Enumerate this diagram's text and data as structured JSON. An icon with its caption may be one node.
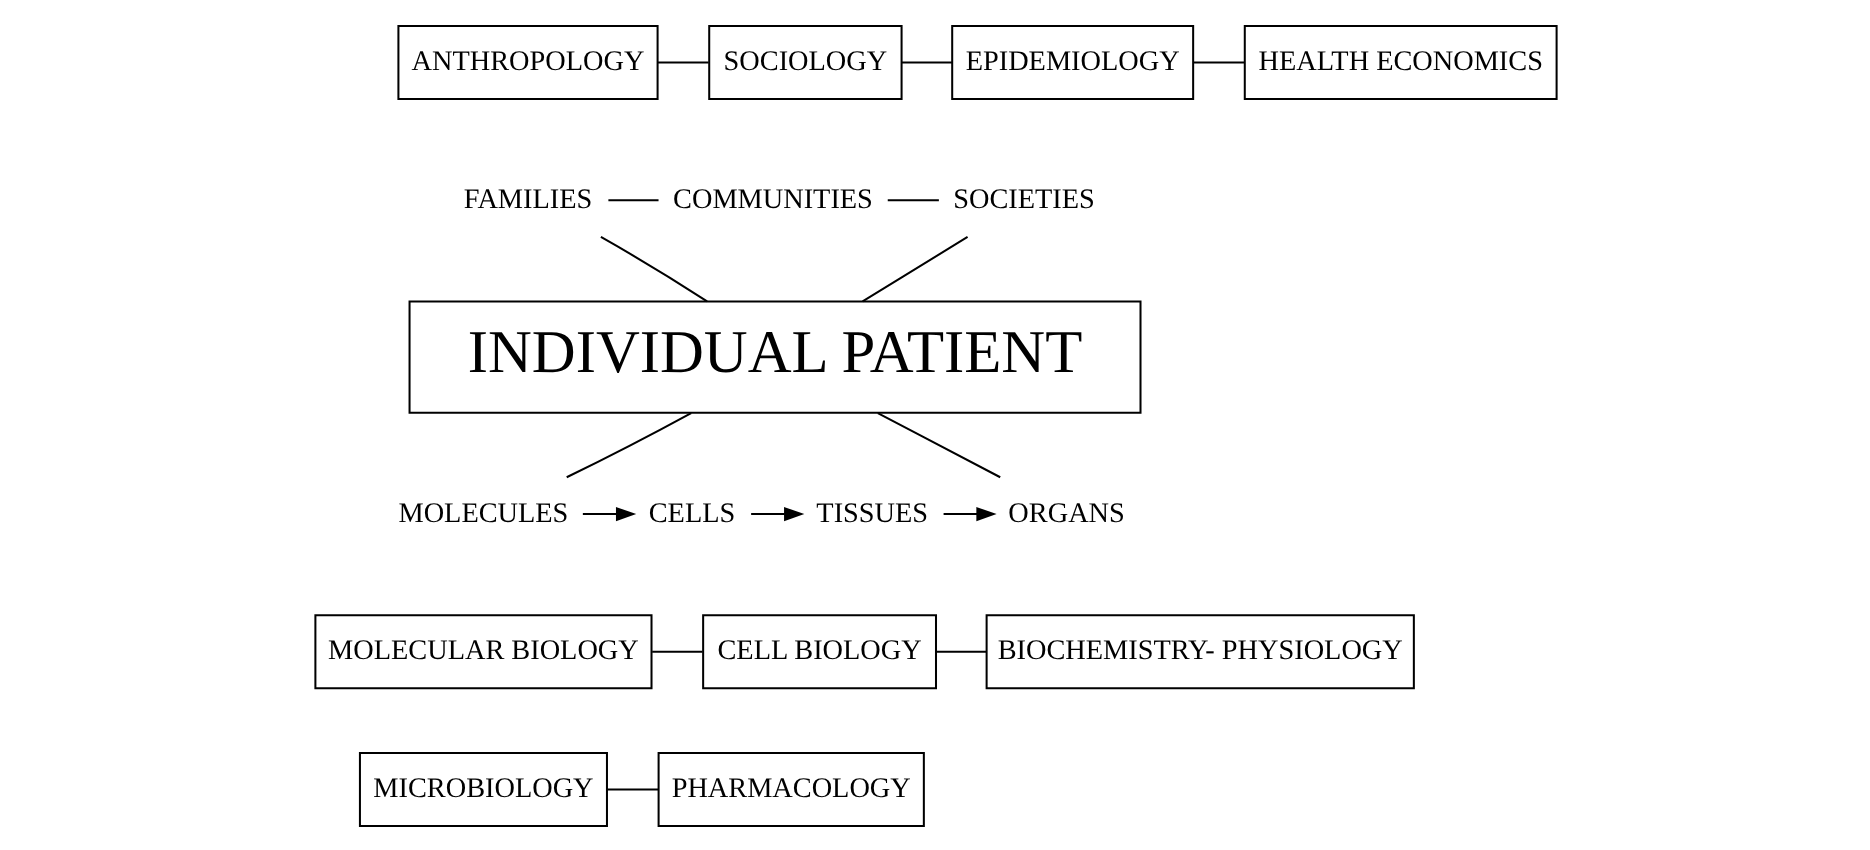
{
  "diagram": {
    "nodes": [
      {
        "text": [
          "ANTHROPOLOGY"
        ]
      },
      {
        "text": [
          "SOCIOLOGY"
        ]
      },
      {
        "text": [
          "EPIDEMIOLOGY"
        ]
      },
      {
        "text": [
          "HEALTH ECONOMICS"
        ]
      },
      {
        "text": [
          "FAMILIES"
        ]
      },
      {
        "text": [
          "COMMUNITIES"
        ]
      },
      {
        "text": [
          "SOCIETIES"
        ]
      },
      {
        "text": [
          "INDIVIDUAL PATIENT"
        ]
      },
      {
        "text": [
          "MOLECULES"
        ]
      },
      {
        "text": [
          "CELLS"
        ]
      },
      {
        "text": [
          "TISSUES"
        ]
      },
      {
        "text": [
          "ORGANS"
        ]
      },
      {
        "text": [
          "MOLECULAR BIOLOGY"
        ]
      },
      {
        "text": [
          "CELL BIOLOGY"
        ]
      },
      {
        "text": [
          "BIOCHEMISTRY- PHYSIOLOGY"
        ]
      },
      {
        "text": [
          "MICROBIOLOGY"
        ]
      },
      {
        "text": [
          "PHARMACOLOGY"
        ]
      }
    ],
    "edges": [
      {
        "from": 0,
        "to": 1,
        "arrow": "none"
      },
      {
        "from": 1,
        "to": 2,
        "arrow": "none"
      },
      {
        "from": 2,
        "to": 3,
        "arrow": "none"
      },
      {
        "from": 4,
        "to": 5,
        "arrow": "none"
      },
      {
        "from": 5,
        "to": 6,
        "arrow": "none"
      },
      {
        "from": 4,
        "to": 7,
        "arrow": "none"
      },
      {
        "from": 6,
        "to": 7,
        "arrow": "none"
      },
      {
        "from": 8,
        "to": 7,
        "arrow": "none"
      },
      {
        "from": 11,
        "to": 7,
        "arrow": "none"
      },
      {
        "from": 8,
        "to": 9,
        "arrow": "to"
      },
      {
        "from": 9,
        "to": 10,
        "arrow": "to"
      },
      {
        "from": 10,
        "to": 11,
        "arrow": "to"
      },
      {
        "from": 12,
        "to": 13,
        "arrow": "none"
      },
      {
        "from": 13,
        "to": 14,
        "arrow": "none"
      },
      {
        "from": 15,
        "to": 16,
        "arrow": "none"
      }
    ]
  }
}
